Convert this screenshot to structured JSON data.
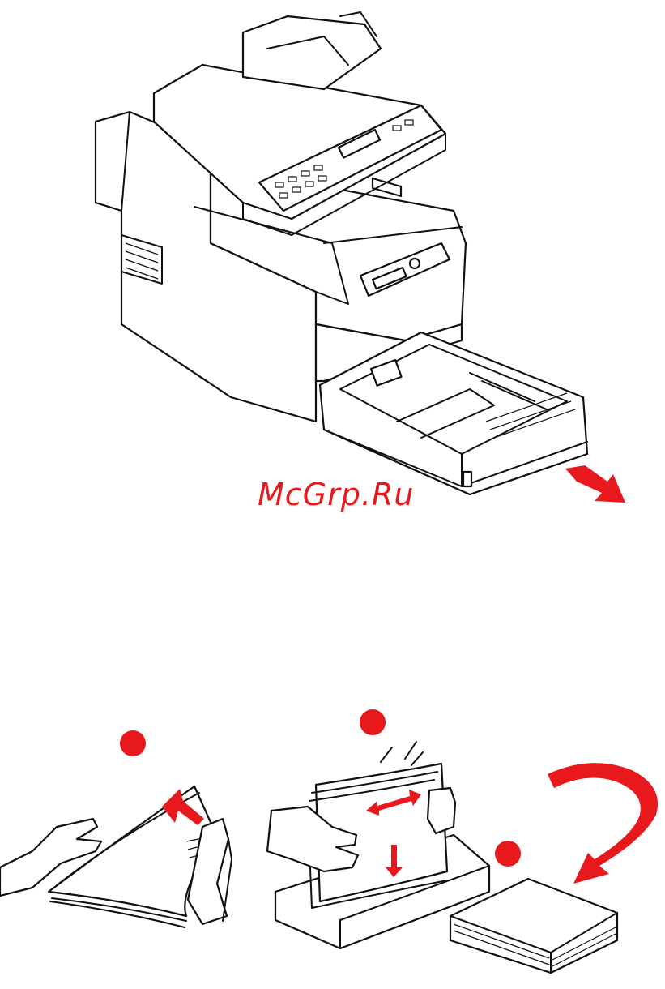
{
  "watermark": {
    "text": "McGrp.Ru",
    "color": "#e8191c"
  },
  "accent_color": "#e8191c",
  "figures": [
    {
      "icon": "printer-drawer-open-illustration"
    },
    {
      "icon": "paper-fanning-and-loading-illustration",
      "step_markers": 3
    }
  ]
}
